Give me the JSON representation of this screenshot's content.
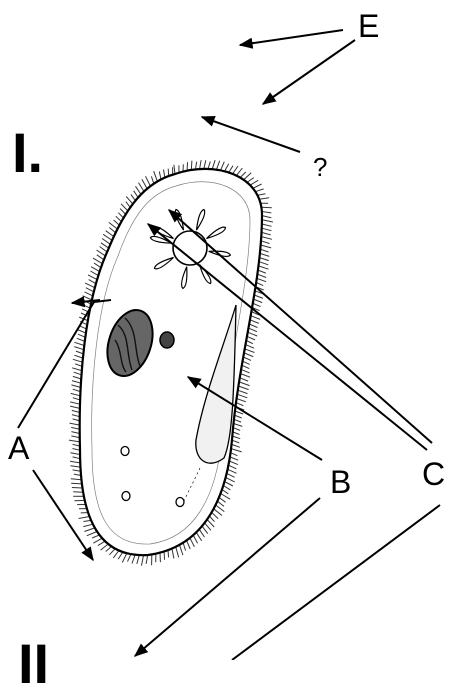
{
  "labels": {
    "roman_one": "I.",
    "roman_two": "II",
    "a": "A",
    "b": "B",
    "c": "C",
    "e": "E",
    "question": "?"
  },
  "colors": {
    "ink": "#000000",
    "background": "#ffffff",
    "cilia": "#333333"
  },
  "figure": {
    "subject": "paramecium",
    "parts": [
      "cilia",
      "cell-membrane",
      "macronucleus",
      "micronucleus",
      "contractile-vacuole",
      "oral-groove",
      "food-vacuoles"
    ]
  }
}
